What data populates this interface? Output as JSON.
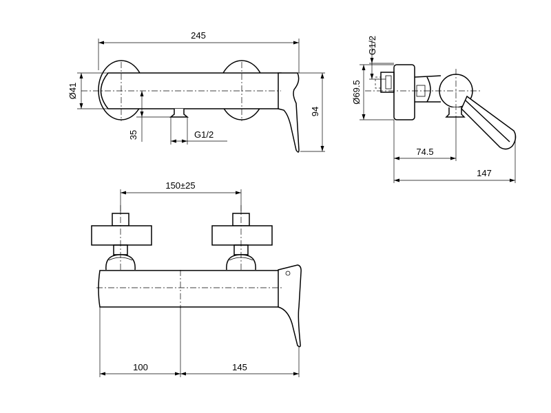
{
  "dimensions": {
    "top_overall_width": "245",
    "top_body_diameter": "Ø41",
    "top_outlet_offset": "35",
    "top_outlet_thread": "G1/2",
    "top_height": "94",
    "side_inlet_thread": "G1/2",
    "side_escutcheon_diameter": "Ø69.5",
    "side_axis_depth": "74.5",
    "side_overall_depth": "147",
    "front_inlet_centres": "150±25",
    "front_left_span": "100",
    "front_right_span": "145"
  }
}
